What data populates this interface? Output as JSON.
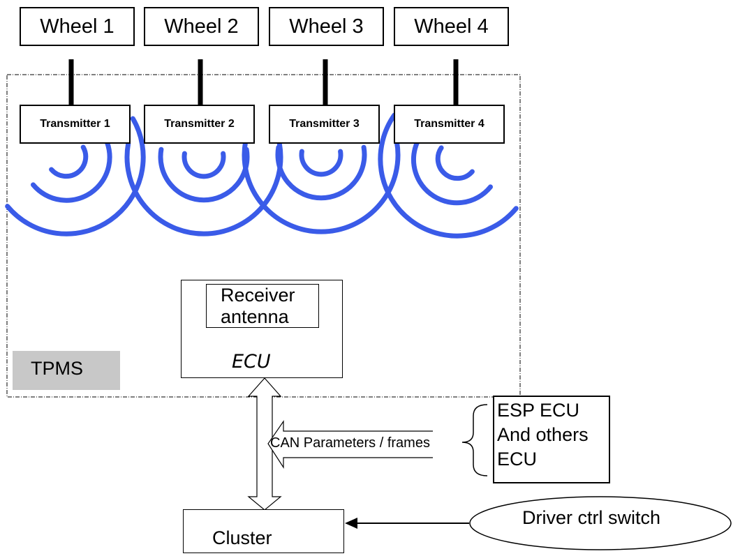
{
  "wheels": [
    {
      "label": "Wheel 1"
    },
    {
      "label": "Wheel 2"
    },
    {
      "label": "Wheel 3"
    },
    {
      "label": "Wheel 4"
    }
  ],
  "transmitters": [
    {
      "label": "Transmitter 1"
    },
    {
      "label": "Transmitter 2"
    },
    {
      "label": "Transmitter 3"
    },
    {
      "label": "Transmitter 4"
    }
  ],
  "receiver": {
    "line1": "Receiver",
    "line2": "antenna"
  },
  "ecu": {
    "label": "ECU"
  },
  "tpms": {
    "label": "TPMS"
  },
  "can": {
    "label": "CAN Parameters / frames"
  },
  "esp": {
    "line1": "ESP ECU",
    "line2": "And others",
    "line3": "ECU"
  },
  "cluster": {
    "label": "Cluster"
  },
  "driver_switch": {
    "label": "Driver ctrl switch"
  },
  "colors": {
    "wave": "#3a5be8",
    "tpms_bg": "#c8c8c8",
    "line": "#000000"
  }
}
